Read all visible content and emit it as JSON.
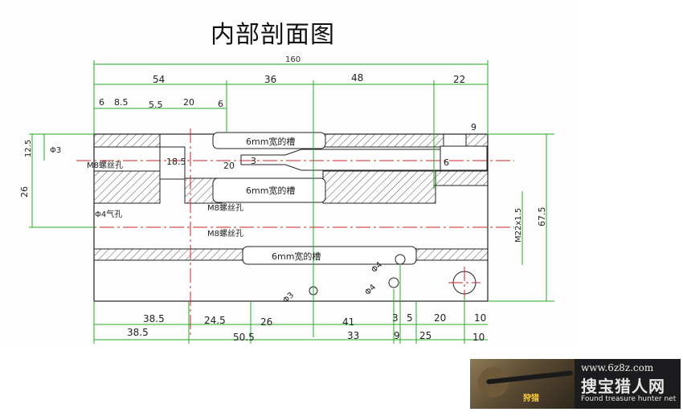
{
  "title": "内部剖面图",
  "dimensions": {
    "overall_length": "160",
    "top_segments": [
      "54",
      "36",
      "48",
      "22"
    ],
    "detail_left": [
      "6",
      "8.5",
      "5.5",
      "20",
      "6"
    ],
    "right_slot": "9",
    "left_vertical_small": "12.5",
    "left_vertical_big": "26",
    "right_vertical_small": "M22x1.5",
    "right_vertical_big": "67.5",
    "slot_height": "18.5",
    "bore_dia": "20",
    "bore_small": "3",
    "bore_right": "6",
    "bottom_row1": [
      "38.5",
      "24.5",
      "26",
      "41",
      "3",
      "5",
      "20",
      "10"
    ],
    "bottom_row2": [
      "38.5",
      "50.5",
      "33",
      "9",
      "25",
      "10"
    ]
  },
  "annotations": {
    "slot_upper": "6mm宽的槽",
    "slot_middle": "6mm宽的槽",
    "slot_lower": "6mm宽的槽",
    "thread_hole_a": "M8螺丝孔",
    "gas_hole": "Φ4气孔",
    "thread_hole_b": "M8螺丝孔",
    "thread_hole_c": "M8螺丝孔",
    "left_small": "Φ3",
    "dia_label_1": "Φ3",
    "dia_label_2": "Φ4",
    "dia_label_3": "Φ4"
  },
  "watermark": {
    "url": "www.6z8z.com",
    "brand": "搜宝猎人网",
    "tagline": "Found treasure hunter net",
    "stamp": "狩猎"
  },
  "colors": {
    "dimension": "#22aa22",
    "outline": "#222222",
    "hatch": "#555555",
    "center": "#cc2222",
    "background": "#ffffff",
    "sheet": "#fdfdfd"
  }
}
